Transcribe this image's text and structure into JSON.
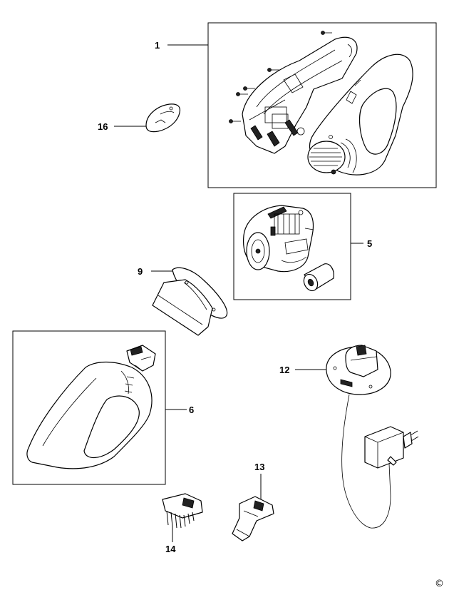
{
  "parts": [
    {
      "id": "p1",
      "label": "1"
    },
    {
      "id": "p16",
      "label": "16"
    },
    {
      "id": "p5",
      "label": "5"
    },
    {
      "id": "p9",
      "label": "9"
    },
    {
      "id": "p12",
      "label": "12"
    },
    {
      "id": "p6",
      "label": "6"
    },
    {
      "id": "p13",
      "label": "13"
    },
    {
      "id": "p14",
      "label": "14"
    }
  ],
  "copyright_symbol": "©",
  "colors": {
    "line": "#000000",
    "background": "#ffffff"
  }
}
